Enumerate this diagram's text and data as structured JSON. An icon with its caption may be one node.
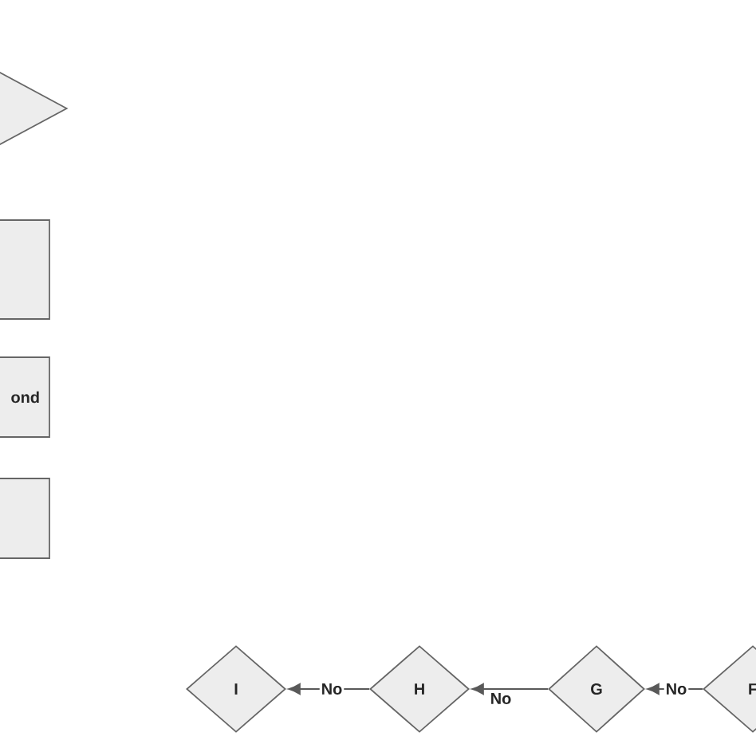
{
  "diagram": {
    "nodes": [
      {
        "text": [],
        "shape": "diamond"
      },
      {
        "text": [],
        "shape": "box"
      },
      {
        "text": [
          "ond"
        ]
      },
      {
        "text": [],
        "shape": "box"
      },
      {
        "text": [
          "I"
        ]
      },
      {
        "text": [
          "H"
        ]
      },
      {
        "text": [
          "G"
        ]
      },
      {
        "text": [
          "F"
        ]
      }
    ],
    "edges": [
      {
        "from": 5,
        "to": 4,
        "arrow": "to",
        "label": "No"
      },
      {
        "from": 6,
        "to": 5,
        "arrow": "to",
        "label": "No"
      },
      {
        "from": 7,
        "to": 6,
        "arrow": "to",
        "label": "No"
      }
    ]
  }
}
